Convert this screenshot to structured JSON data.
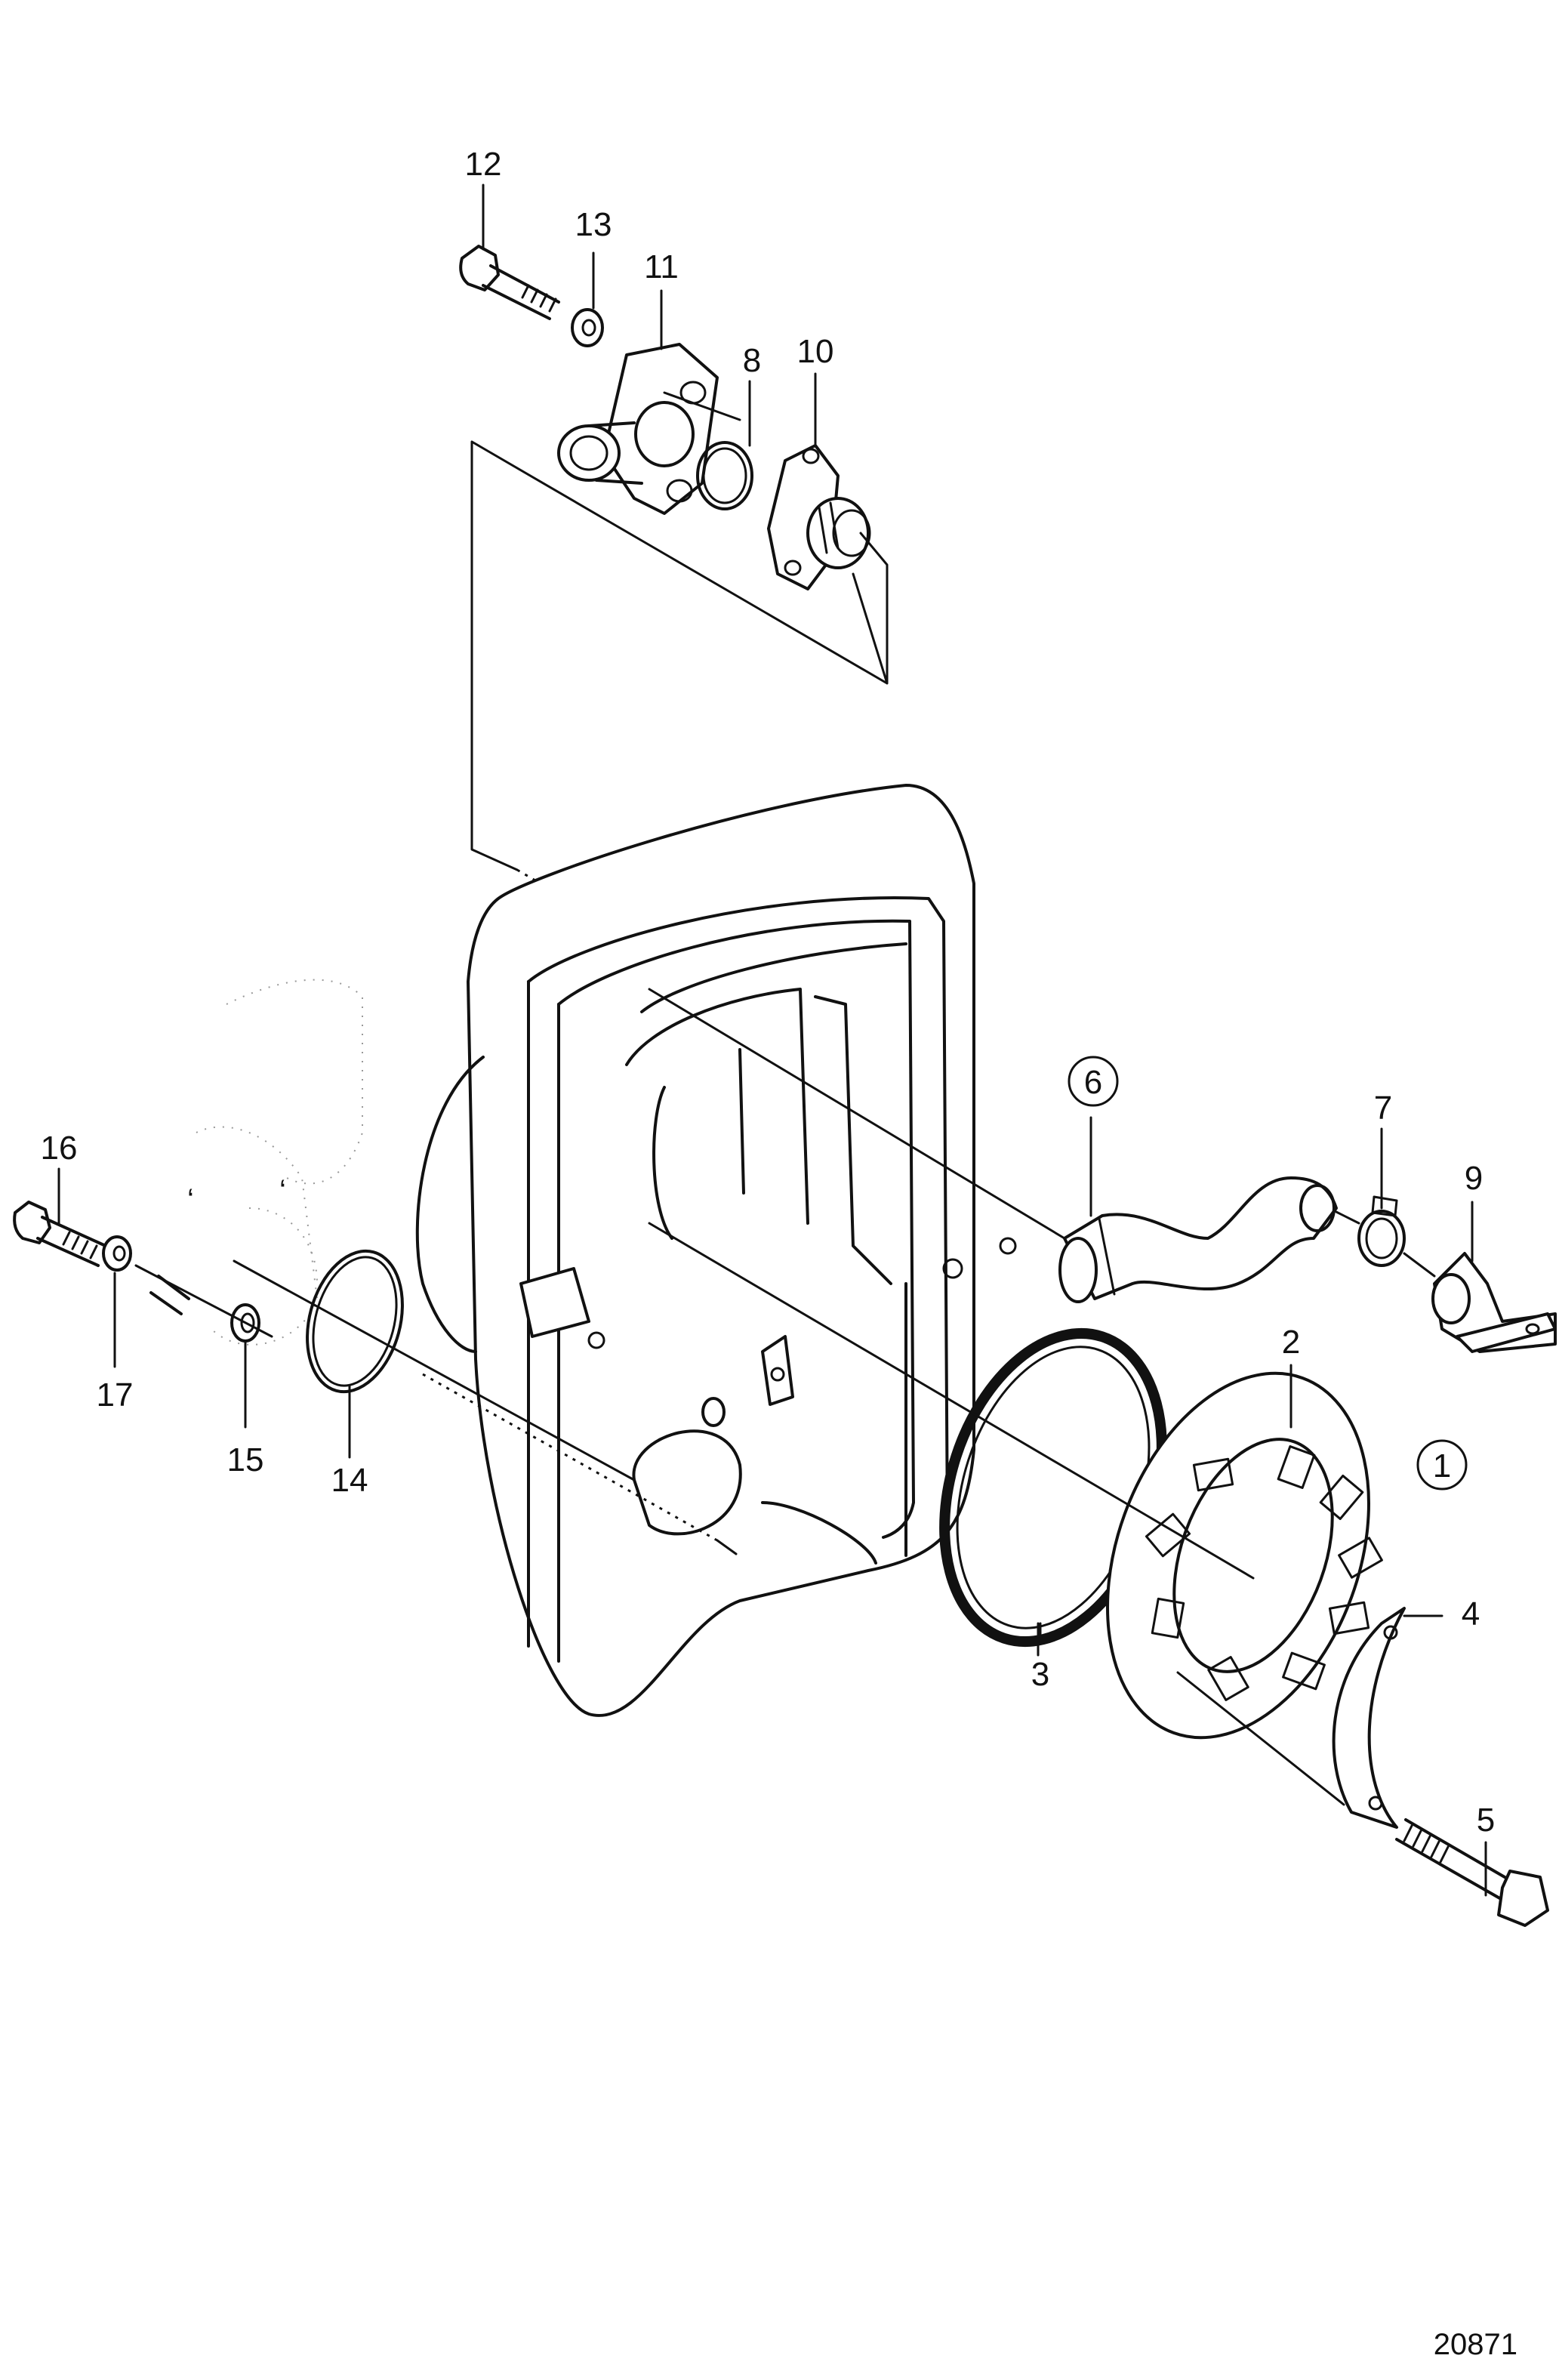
{
  "diagram": {
    "figure_number": "20871",
    "callouts": [
      {
        "id": "c1",
        "text": "1",
        "circled": true
      },
      {
        "id": "c2",
        "text": "2",
        "circled": false
      },
      {
        "id": "c3",
        "text": "3",
        "circled": false
      },
      {
        "id": "c4",
        "text": "4",
        "circled": false
      },
      {
        "id": "c5",
        "text": "5",
        "circled": false
      },
      {
        "id": "c6",
        "text": "6",
        "circled": true
      },
      {
        "id": "c7",
        "text": "7",
        "circled": false
      },
      {
        "id": "c8",
        "text": "8",
        "circled": false
      },
      {
        "id": "c9",
        "text": "9",
        "circled": false
      },
      {
        "id": "c10",
        "text": "10",
        "circled": false
      },
      {
        "id": "c11",
        "text": "11",
        "circled": false
      },
      {
        "id": "c12",
        "text": "12",
        "circled": false
      },
      {
        "id": "c13",
        "text": "13",
        "circled": false
      },
      {
        "id": "c14",
        "text": "14",
        "circled": false
      },
      {
        "id": "c15",
        "text": "15",
        "circled": false
      },
      {
        "id": "c16",
        "text": "16",
        "circled": false
      },
      {
        "id": "c17",
        "text": "17",
        "circled": false
      }
    ]
  }
}
